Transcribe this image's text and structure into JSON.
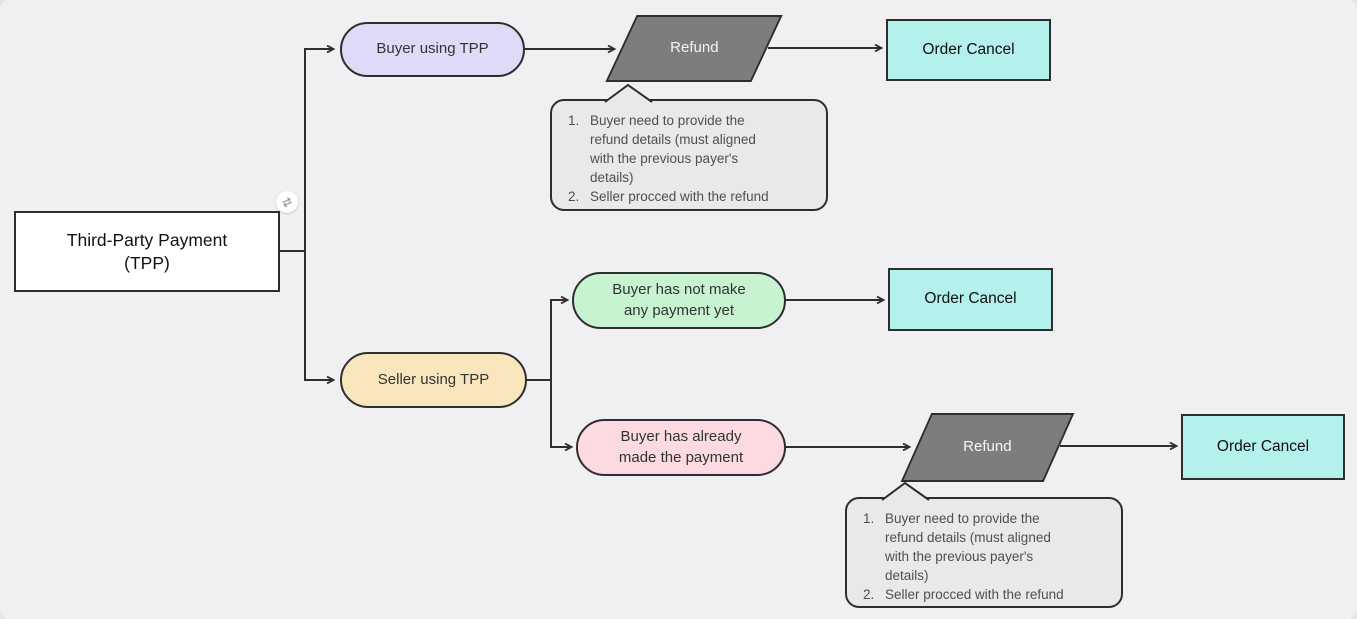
{
  "diagram": {
    "root": {
      "label_lines": [
        "Third-Party Payment",
        "(TPP)"
      ]
    },
    "badge": {
      "icon": "swap-arrows",
      "glyph": "⇄"
    },
    "nodes": {
      "buyer_tpp": {
        "label": "Buyer using TPP",
        "fill": "#dedaf8",
        "shape": "pill"
      },
      "seller_tpp": {
        "label": "Seller using TPP",
        "fill": "#fae6bc",
        "shape": "pill"
      },
      "buyer_no_payment": {
        "label_lines": [
          "Buyer has not make",
          "any payment yet"
        ],
        "fill": "#c8f3d0",
        "shape": "pill"
      },
      "buyer_paid": {
        "label_lines": [
          "Buyer has already",
          "made the payment"
        ],
        "fill": "#fbdae2",
        "shape": "pill"
      },
      "refund_top": {
        "label": "Refund",
        "fill": "#7d7d7d",
        "shape": "parallelogram"
      },
      "refund_bottom": {
        "label": "Refund",
        "fill": "#7d7d7d",
        "shape": "parallelogram"
      },
      "order_cancel_top": {
        "label": "Order Cancel",
        "fill": "#b4f0ec",
        "shape": "rectangle"
      },
      "order_cancel_mid": {
        "label": "Order Cancel",
        "fill": "#b4f0ec",
        "shape": "rectangle"
      },
      "order_cancel_bottom": {
        "label": "Order Cancel",
        "fill": "#b4f0ec",
        "shape": "rectangle"
      }
    },
    "notes": {
      "top": {
        "items": [
          {
            "num": "1.",
            "lines": [
              "Buyer need to provide the",
              "refund details (must aligned",
              "with the previous payer's",
              "details)"
            ]
          },
          {
            "num": "2.",
            "lines": [
              "Seller procced with the refund"
            ]
          }
        ]
      },
      "bottom": {
        "items": [
          {
            "num": "1.",
            "lines": [
              "Buyer need to provide the",
              "refund details (must aligned",
              "with the previous payer's",
              "details)"
            ]
          },
          {
            "num": "2.",
            "lines": [
              "Seller procced with the refund"
            ]
          }
        ]
      }
    },
    "colors": {
      "background": "#f0f0f2",
      "stroke": "#2e2e2e",
      "note_fill": "#e9e9e9",
      "refund_fill": "#7d7d7d",
      "order_cancel_fill": "#b4f0ec",
      "buyer_tpp_fill": "#dedaf8",
      "seller_tpp_fill": "#fae6bc",
      "no_payment_fill": "#c8f3d0",
      "paid_fill": "#fbdae2"
    }
  }
}
